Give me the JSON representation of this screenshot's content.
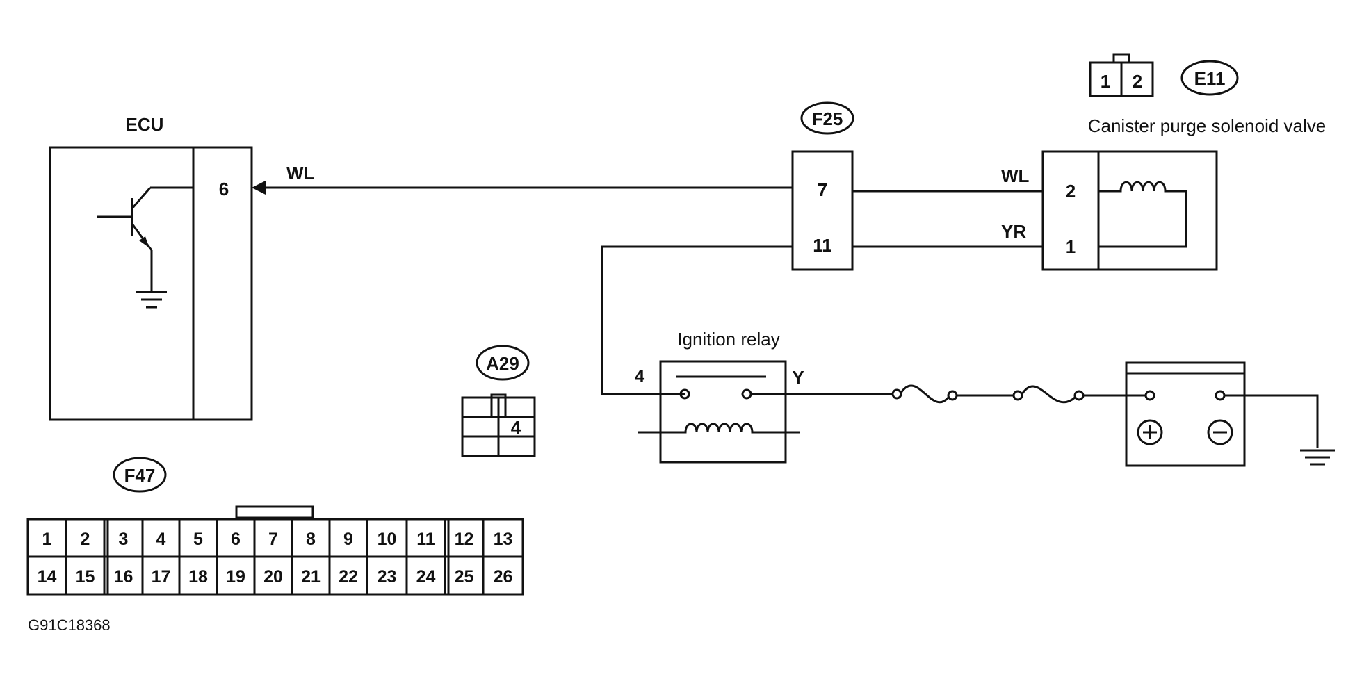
{
  "labels": {
    "ecu": "ECU",
    "canister": "Canister purge solenoid valve",
    "ignition_relay": "Ignition relay",
    "figure_id": "G91C18368"
  },
  "connectors": {
    "f25": "F25",
    "e11": "E11",
    "a29": "A29",
    "f47": "F47"
  },
  "wires": {
    "ecu_line": "WL",
    "e11_top": "WL",
    "e11_bottom": "YR",
    "relay_out": "Y"
  },
  "pins": {
    "ecu_pin": "6",
    "f25_top": "7",
    "f25_bottom": "11",
    "e11_top": "2",
    "e11_bottom": "1",
    "relay_in": "4",
    "a29_pin": "4",
    "e11_icon_left": "1",
    "e11_icon_right": "2"
  },
  "f47_grid": {
    "row1": [
      "1",
      "2",
      "3",
      "4",
      "5",
      "6",
      "7",
      "8",
      "9",
      "10",
      "11",
      "12",
      "13"
    ],
    "row2": [
      "14",
      "15",
      "16",
      "17",
      "18",
      "19",
      "20",
      "21",
      "22",
      "23",
      "24",
      "25",
      "26"
    ]
  }
}
